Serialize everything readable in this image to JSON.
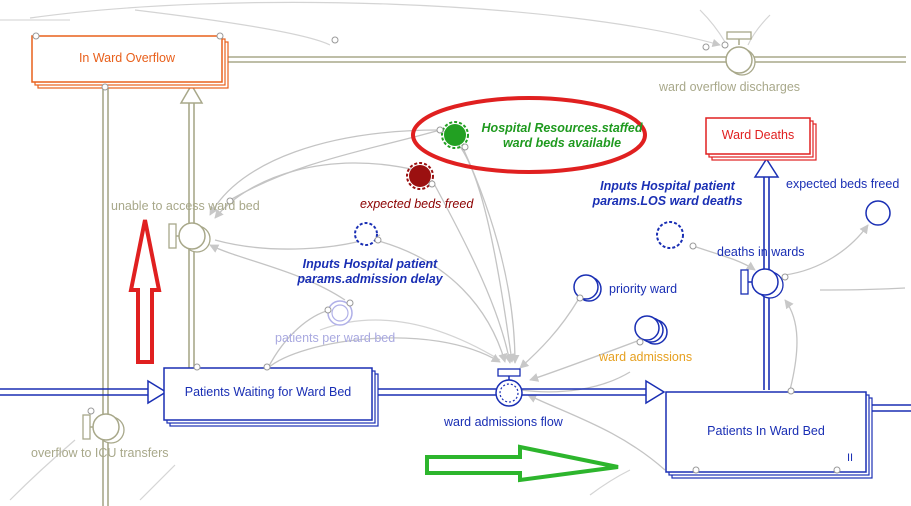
{
  "stocks": {
    "in_ward_overflow": "In Ward Overflow",
    "ward_deaths": "Ward Deaths",
    "patients_waiting": "Patients Waiting for Ward Bed",
    "patients_in_ward_bed": "Patients In Ward Bed"
  },
  "flows": {
    "ward_overflow_discharges": "ward overflow discharges",
    "unable_to_access": "unable to access ward bed",
    "overflow_to_icu": "overflow to ICU transfers",
    "ward_admissions_flow": "ward admissions flow",
    "deaths_in_wards": "deaths in wards"
  },
  "variables": {
    "hospital_resources": "Hospital Resources.staffed\nward beds available",
    "expected_beds_freed_red": "expected beds freed",
    "inputs_admission_delay": "Inputs Hospital patient\nparams.admission delay",
    "inputs_los_deaths": "Inputs Hospital patient\nparams.LOS ward deaths",
    "expected_beds_freed_blue": "expected beds freed",
    "priority_ward": "priority ward",
    "ward_admissions": "ward admissions",
    "patients_per_ward_bed": "patients per ward bed"
  },
  "marks": {
    "pause_glyph": "II"
  },
  "colors": {
    "overflow": "#e8601c",
    "deaths": "#e02020",
    "stock_blue": "#1a2fb4",
    "olive_link": "#a8a88a",
    "green_var": "#1f9a1f",
    "red_ellipse": "#e02020",
    "red_arrow": "#e02020",
    "green_arrow": "#2db52d"
  }
}
